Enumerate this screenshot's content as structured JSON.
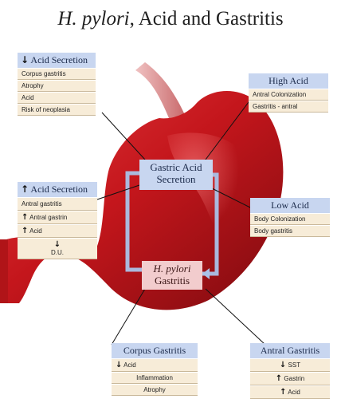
{
  "title_italic": "H. pylori",
  "title_rest": ", Acid and Gastritis",
  "center_top": {
    "line1": "Gastric Acid",
    "line2": "Secretion"
  },
  "center_bottom": {
    "line1_italic": "H. pylori",
    "line2": "Gastritis"
  },
  "boxes": {
    "acid_secretion_down": {
      "arrow": "↓",
      "header": "Acid Secretion",
      "items": [
        "Corpus gastritis",
        "Atrophy",
        "Acid",
        "Risk of neoplasia"
      ]
    },
    "high_acid": {
      "header": "High Acid",
      "items": [
        "Antral Colonization",
        "Gastritis - antral"
      ]
    },
    "acid_secretion_up": {
      "arrow": "↑",
      "header": "Acid Secretion",
      "items": [
        "Antral gastritis",
        "Antral gastrin",
        "Acid",
        "D.U."
      ],
      "item_arrows": [
        "",
        "↑",
        "↑",
        "↓"
      ]
    },
    "low_acid": {
      "header": "Low Acid",
      "items": [
        "Body Colonization",
        "Body gastritis"
      ]
    },
    "corpus_gastritis": {
      "header": "Corpus Gastritis",
      "items": [
        "Acid",
        "Inflammation",
        "Atrophy"
      ],
      "item_arrows": [
        "↓",
        "",
        ""
      ]
    },
    "antral_gastritis": {
      "header": "Antral Gastritis",
      "items": [
        "SST",
        "Gastrin",
        "Acid"
      ],
      "item_arrows": [
        "↓",
        "↑",
        "↑"
      ]
    }
  },
  "icons": [
    "down-arrow-icon",
    "up-arrow-icon",
    "stomach-illustration",
    "connector-line-icon"
  ],
  "colors": {
    "blue_header": "#c8d6f0",
    "pink_header": "#f2cccd",
    "row_bg": "#f7ecd8",
    "stomach": "#c4161c"
  }
}
